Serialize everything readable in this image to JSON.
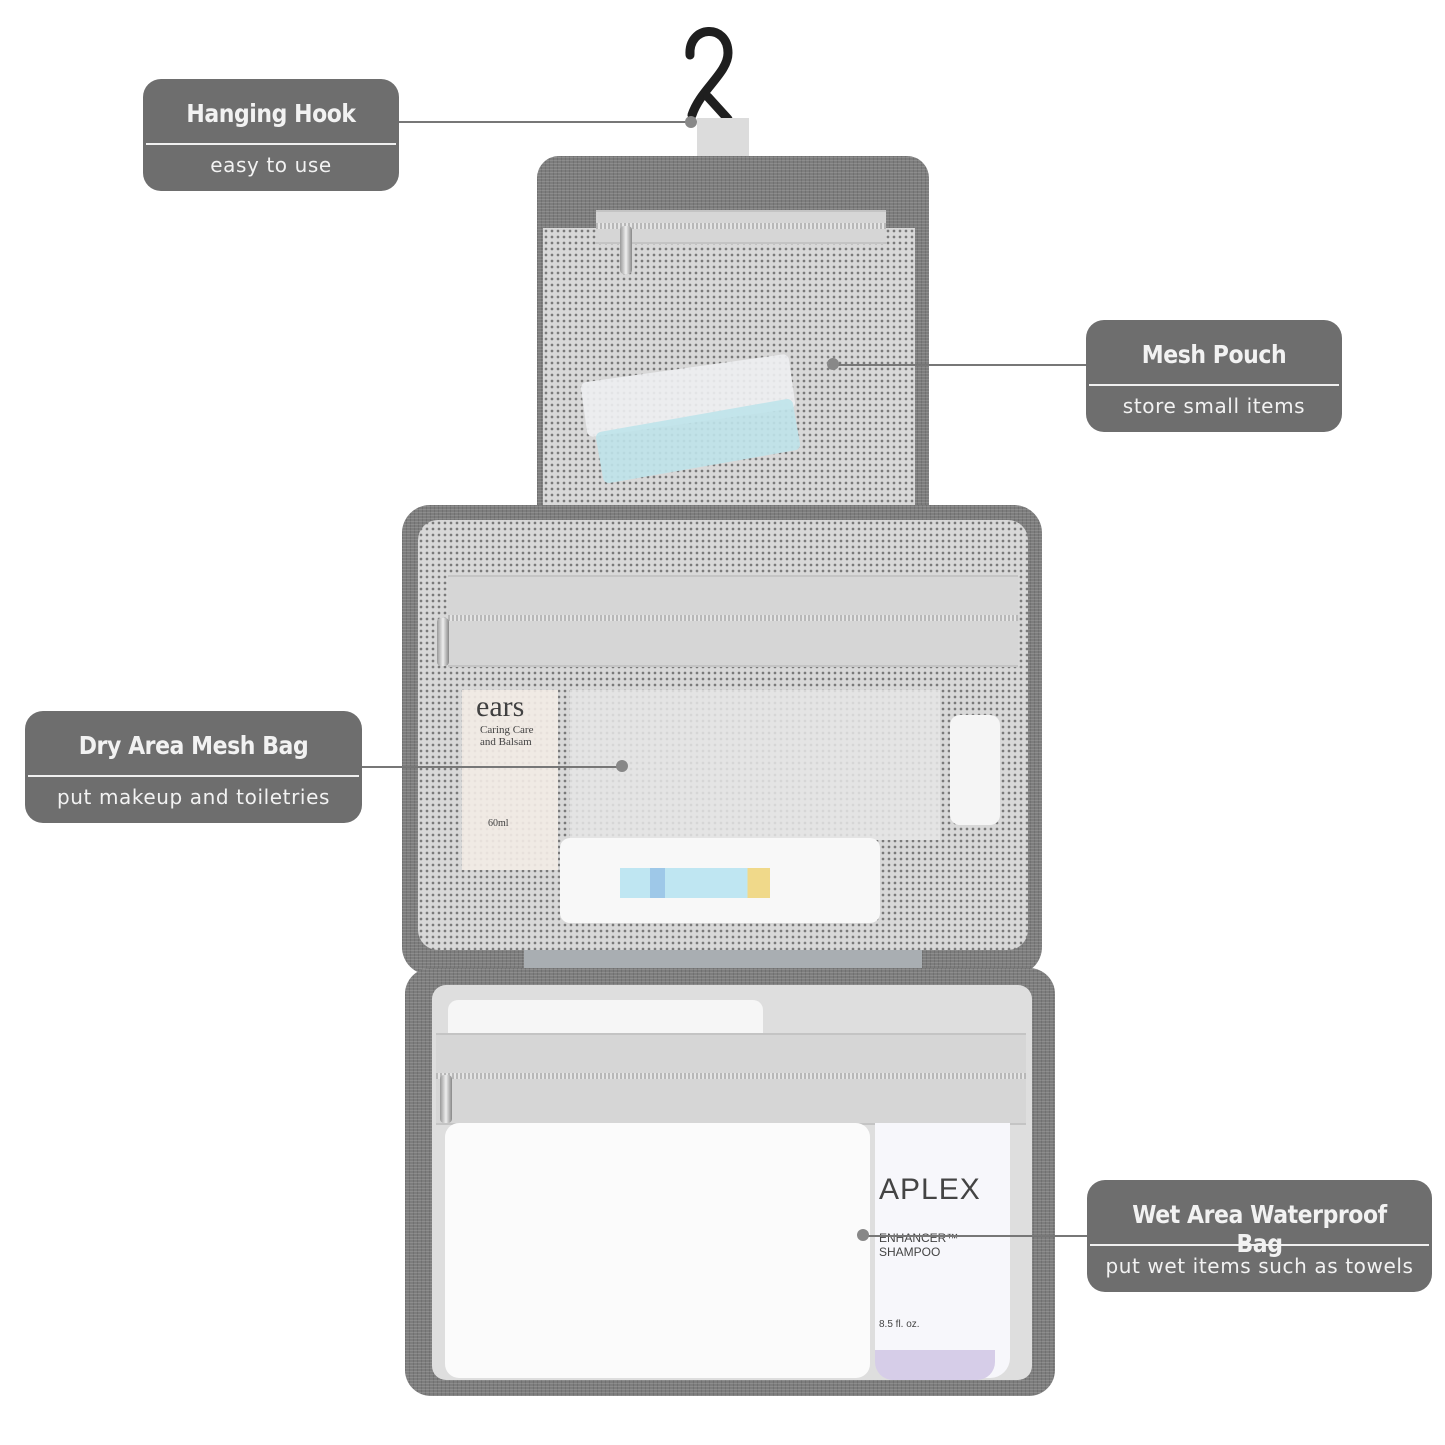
{
  "product": "Hanging toiletry bag",
  "callouts": [
    {
      "id": "hanging-hook",
      "title": "Hanging Hook",
      "subtitle": "easy to use"
    },
    {
      "id": "mesh-pouch",
      "title": "Mesh Pouch",
      "subtitle": "store small items"
    },
    {
      "id": "dry-area",
      "title": "Dry Area Mesh Bag",
      "subtitle": "put makeup and toiletries"
    },
    {
      "id": "wet-area",
      "title": "Wet Area Waterproof Bag",
      "subtitle": "put wet items such as towels"
    }
  ],
  "product_labels": {
    "lotion_brand_fragment": "ears",
    "lotion_line1": "Caring Care",
    "lotion_line2": "and Balsam",
    "lotion_size": "60ml",
    "shampoo_brand_fragment": "APLEX",
    "shampoo_line1": "ENHANCER™",
    "shampoo_line2": "SHAMPOO",
    "shampoo_size": "8.5 fl. oz."
  },
  "colors": {
    "callout_bg": "#6e6e6e",
    "callout_text": "#f2f2f2",
    "fabric": "#7d7d7d",
    "mesh": "#d8d8d8",
    "background": "#ffffff"
  }
}
